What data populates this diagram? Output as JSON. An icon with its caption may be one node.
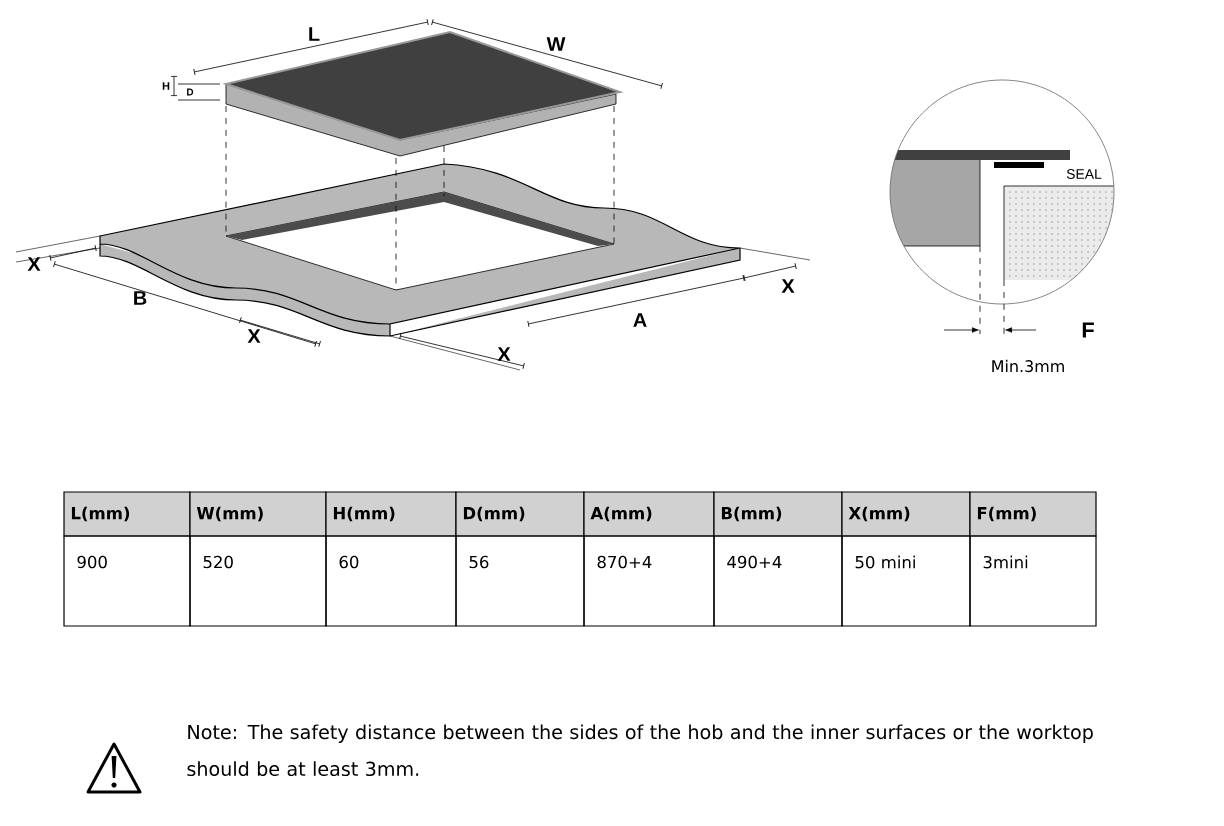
{
  "diagram": {
    "labels": [
      "L",
      "W",
      "H",
      "D",
      "SEAL",
      "X",
      "X",
      "B",
      "F",
      "A",
      "X",
      "X",
      "Min.3mm",
      "L(mm)",
      "W(mm)",
      "H(mm)",
      "D(mm)",
      "A(mm)",
      "B(mm)",
      "X(mm)",
      "F(mm)",
      "900",
      "520",
      "60",
      "56",
      "870+4",
      "490+4",
      "50 mini",
      "3mini",
      "Note: The safety distance between the sides of the hob and the inner surfaces or the worktop should be at least 3mm."
    ]
  }
}
